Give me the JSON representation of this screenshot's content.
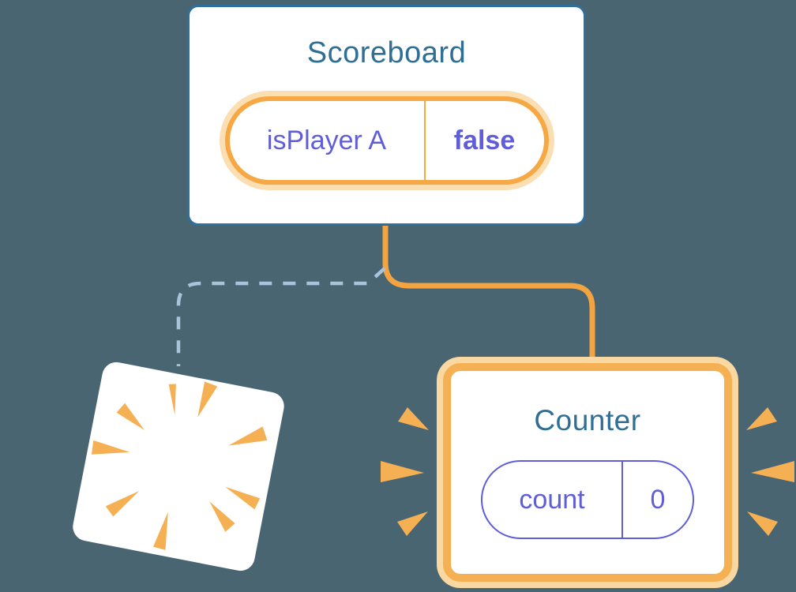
{
  "diagram": {
    "description": "React component tree state diagram",
    "scoreboard": {
      "title": "Scoreboard",
      "state": {
        "name": "isPlayer A",
        "value": "false"
      }
    },
    "counter": {
      "title": "Counter",
      "state": {
        "name": "count",
        "value": "0"
      }
    },
    "destroyed_component": {
      "label": ""
    }
  },
  "icons": {
    "sparkles": "sparkle-icon",
    "explosion": "burst-icon",
    "emphasis_left": "emphasis-rays-left-icon",
    "emphasis_right": "emphasis-rays-right-icon"
  },
  "colors": {
    "background": "#4a6572",
    "card-blue": "#2f6f9c",
    "title-blue": "#2f6e95",
    "purple": "#5f5ed8",
    "orange-line": "#f3a440",
    "orange": "#f6b054",
    "pill-orange": "#f6a844",
    "halo": "#fbdfb3",
    "halo-soft": "#f9d8a2",
    "dashed-blue": "#a7c4da",
    "white": "#ffffff"
  }
}
